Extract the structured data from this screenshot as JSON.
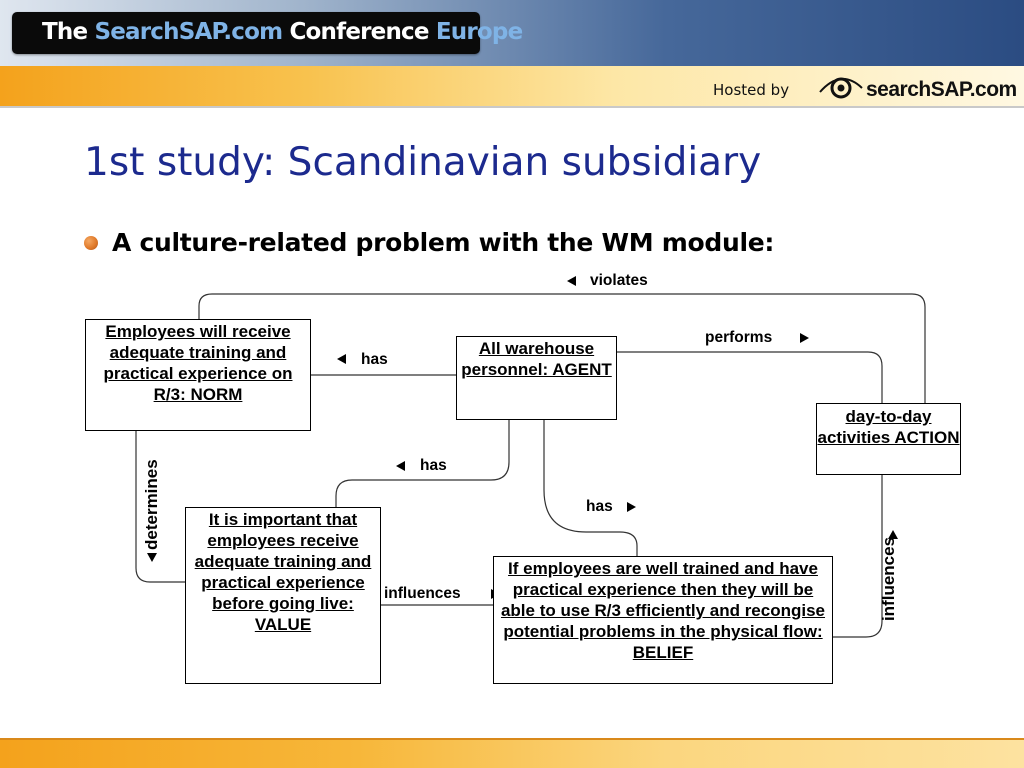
{
  "header": {
    "title_part1": "The ",
    "title_part2": "SearchSAP.com",
    "title_part3": " Conference ",
    "title_part4": "Europe",
    "hosted_by": "Hosted by",
    "logo_text": "searchSAP.com"
  },
  "slide": {
    "title": "1st study: Scandinavian subsidiary",
    "bullet": "A culture-related problem with the WM module:"
  },
  "diagram": {
    "nodes": {
      "norm": "Employees will receive adequate training and practical experience on R/3: NORM",
      "agent": "All warehouse personnel: AGENT",
      "action": "day-to-day activities ACTION",
      "value": "It is important that employees receive adequate training and practical experience before going live: VALUE",
      "belief": "If employees are well trained and have practical experience then they will be able to use R/3 efficiently and recongise potential problems in the physical flow: BELIEF"
    },
    "edges": {
      "violates": "violates",
      "performs": "performs",
      "has_norm": "has",
      "has_value": "has",
      "has_belief": "has",
      "determines": "determines",
      "influences_belief": "influences",
      "influences_action": "influences"
    }
  },
  "colors": {
    "title_blue": "#1c2a8e",
    "header_blue": "#2b4c82",
    "accent_orange": "#f4a21c",
    "link_blue": "#7fb3e6"
  }
}
